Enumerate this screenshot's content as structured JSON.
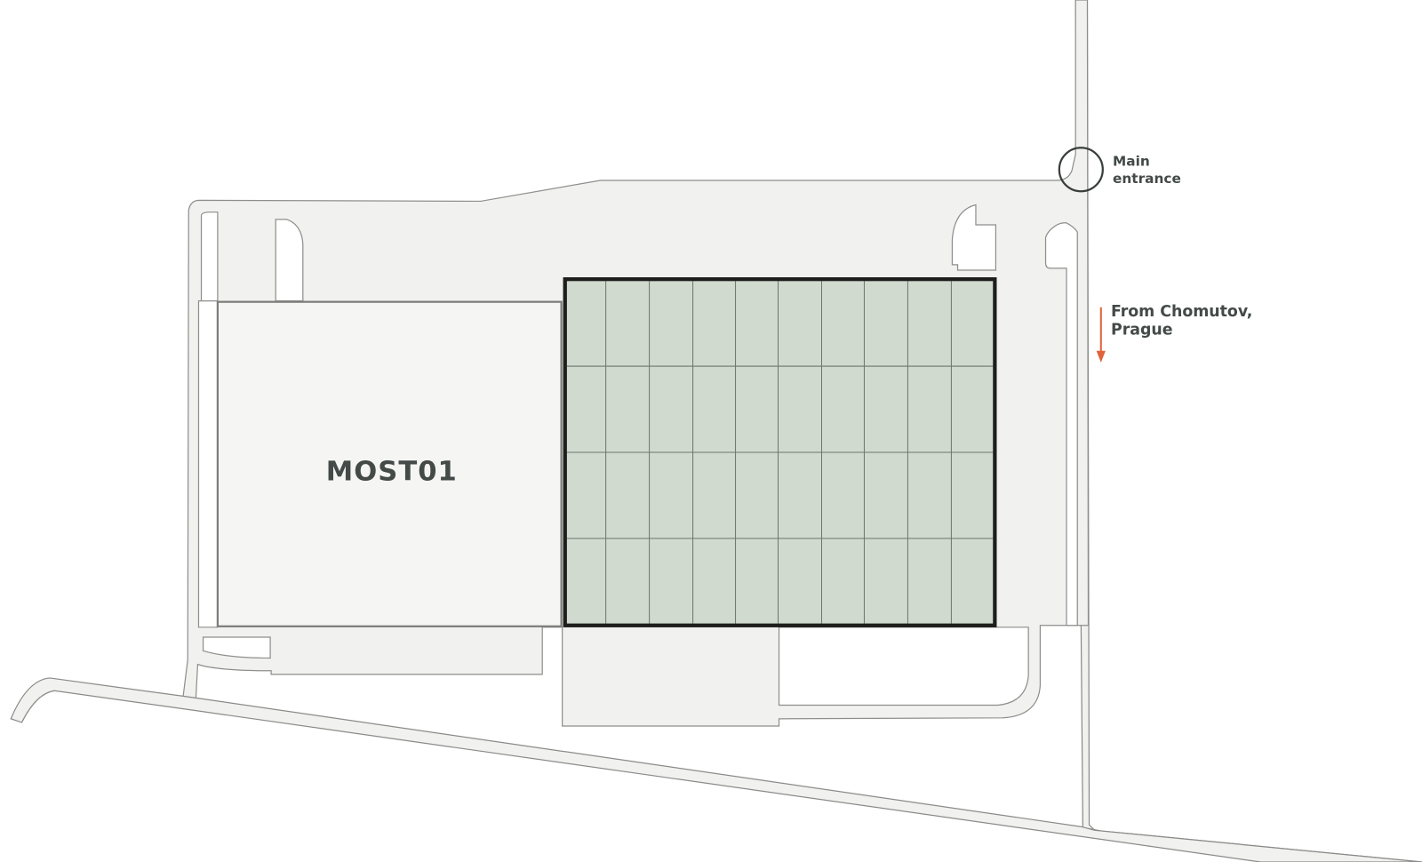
{
  "map": {
    "building_label": "MOST01",
    "entrance_label_line1": "Main",
    "entrance_label_line2": "entrance",
    "direction_label_line1": "From Chomutov,",
    "direction_label_line2": "Prague",
    "colors": {
      "ground": "#f1f1ef",
      "building": "#f5f5f4",
      "solar_area": "#d0dacf",
      "solar_border": "#1e1e1c",
      "arrow": "#e0623a",
      "text": "#434a48"
    },
    "solar_grid": {
      "columns": 10,
      "rows": 4
    }
  }
}
